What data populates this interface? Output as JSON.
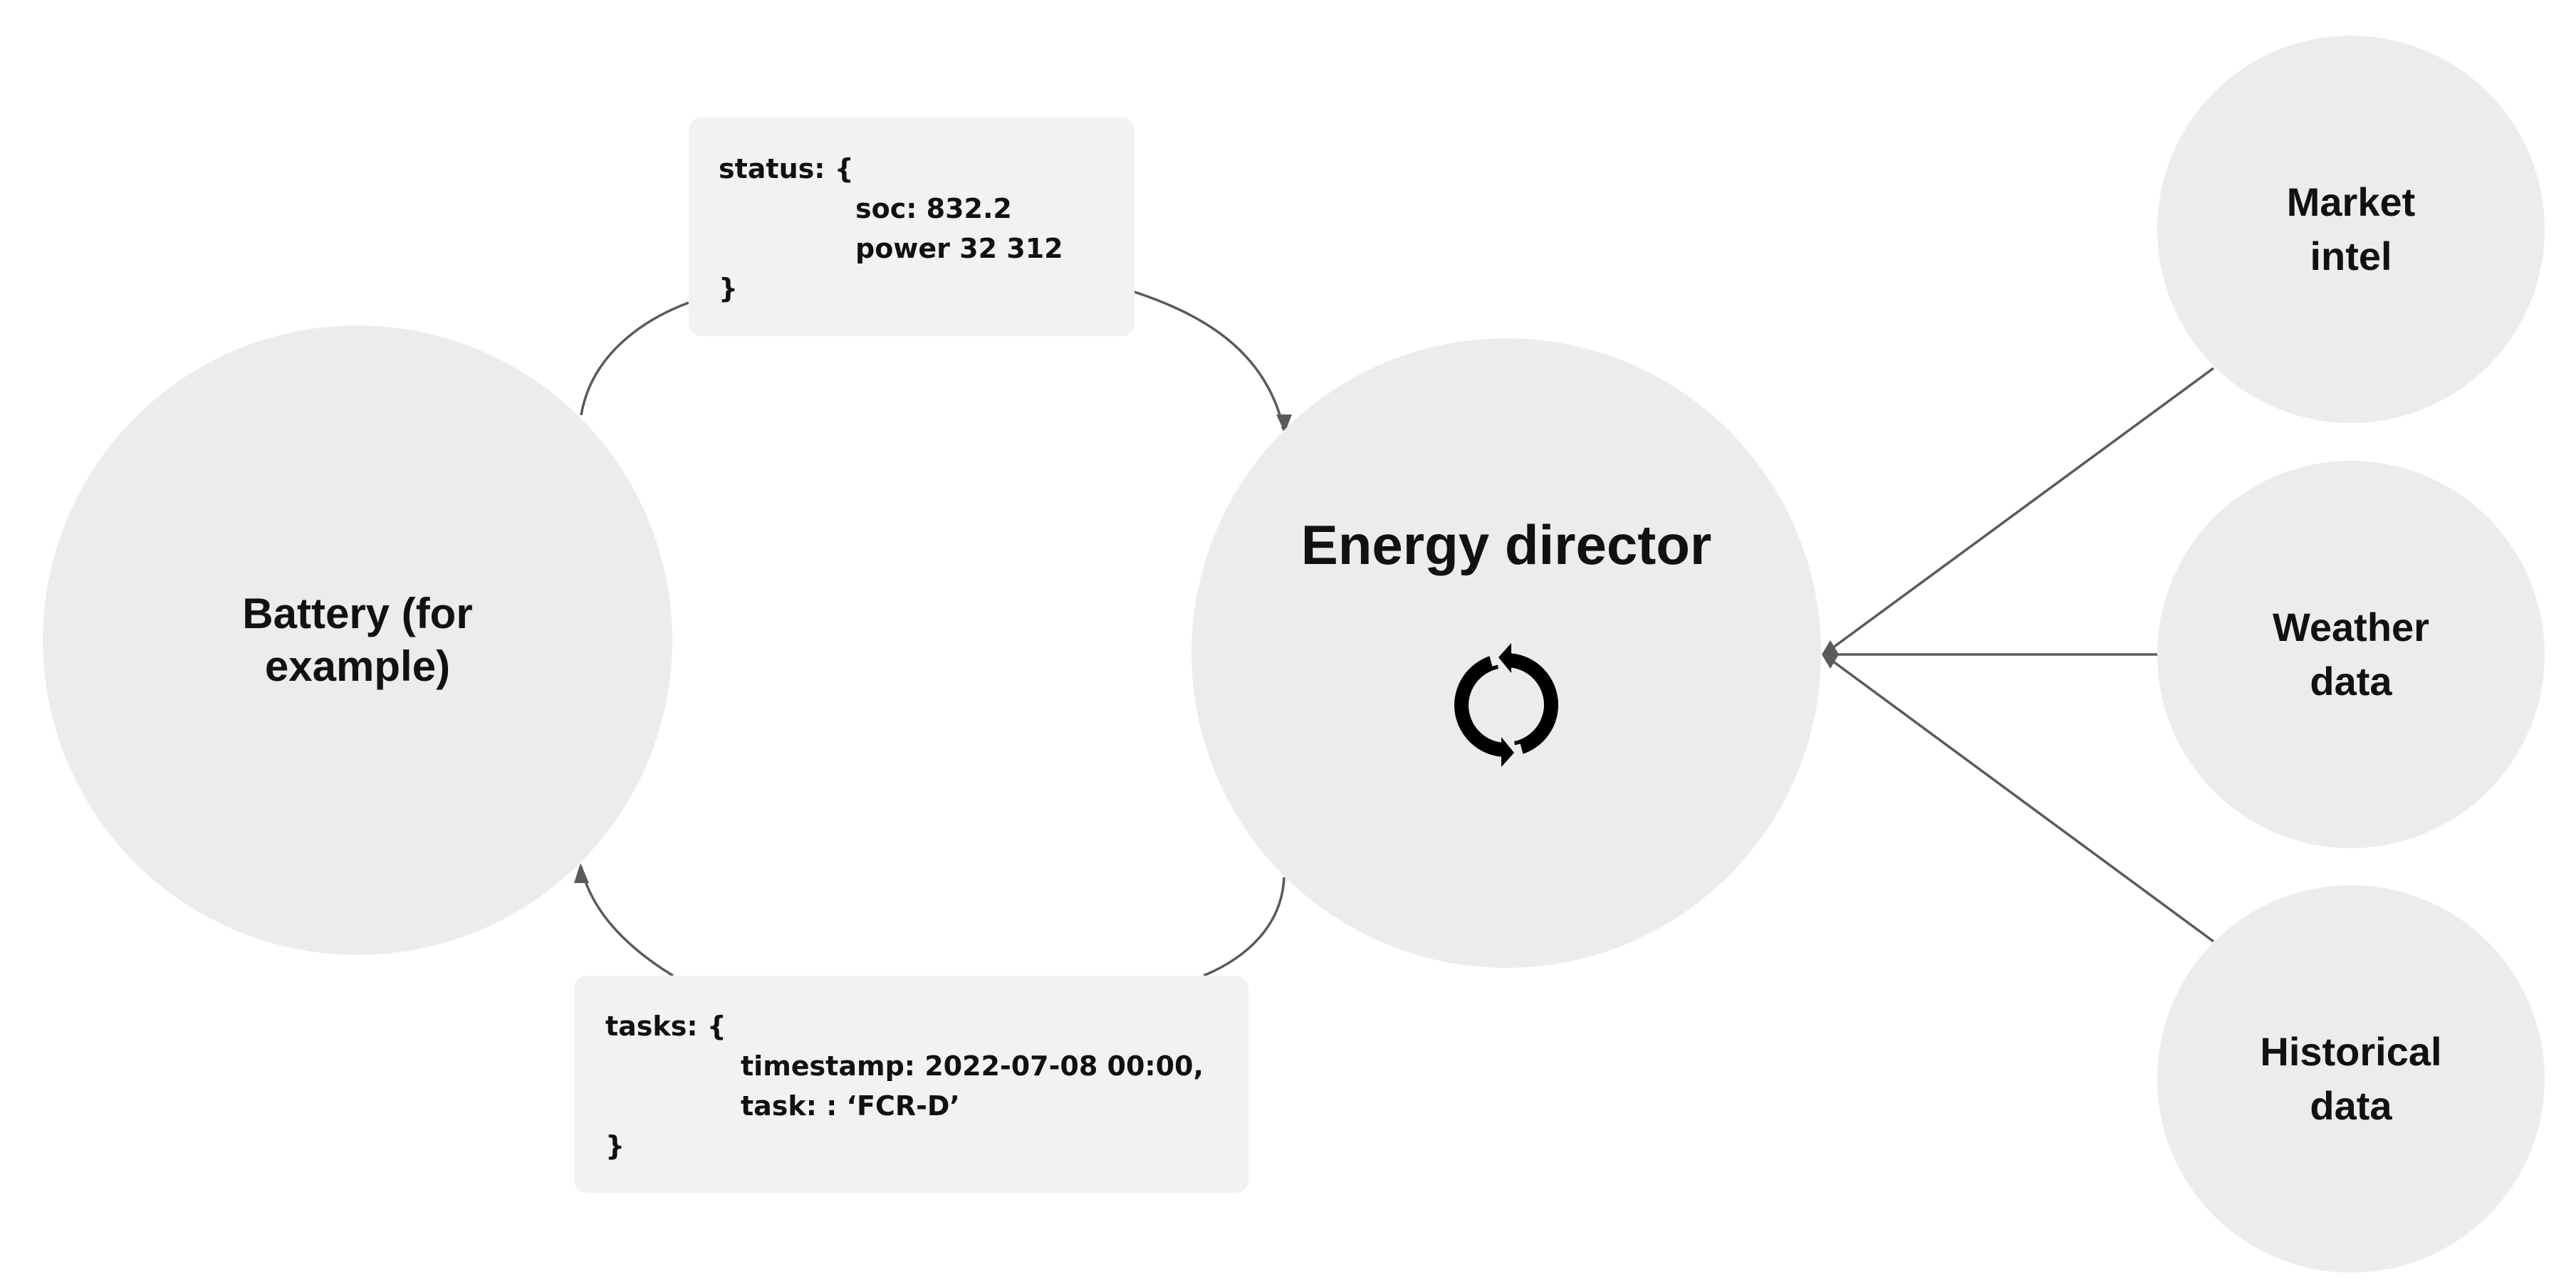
{
  "nodes": {
    "battery": {
      "label": "Battery (for\nexample)"
    },
    "director": {
      "label": "Energy director",
      "icon": "refresh-cycle-icon"
    },
    "market": {
      "label": "Market\nintel"
    },
    "weather": {
      "label": "Weather\ndata"
    },
    "historical": {
      "label": "Historical\ndata"
    }
  },
  "status_message": {
    "open": "status: {",
    "soc": "soc: 832.2",
    "power": "power 32 312",
    "close": "}"
  },
  "tasks_message": {
    "open": "tasks: {",
    "timestamp": "timestamp: 2022-07-08 00:00,",
    "task": "task: : ‘FCR-D’",
    "close": "}"
  },
  "colors": {
    "node_fill": "#ececec",
    "box_fill": "#f2f2f2",
    "line": "#5a5a5a",
    "text": "#111111"
  }
}
